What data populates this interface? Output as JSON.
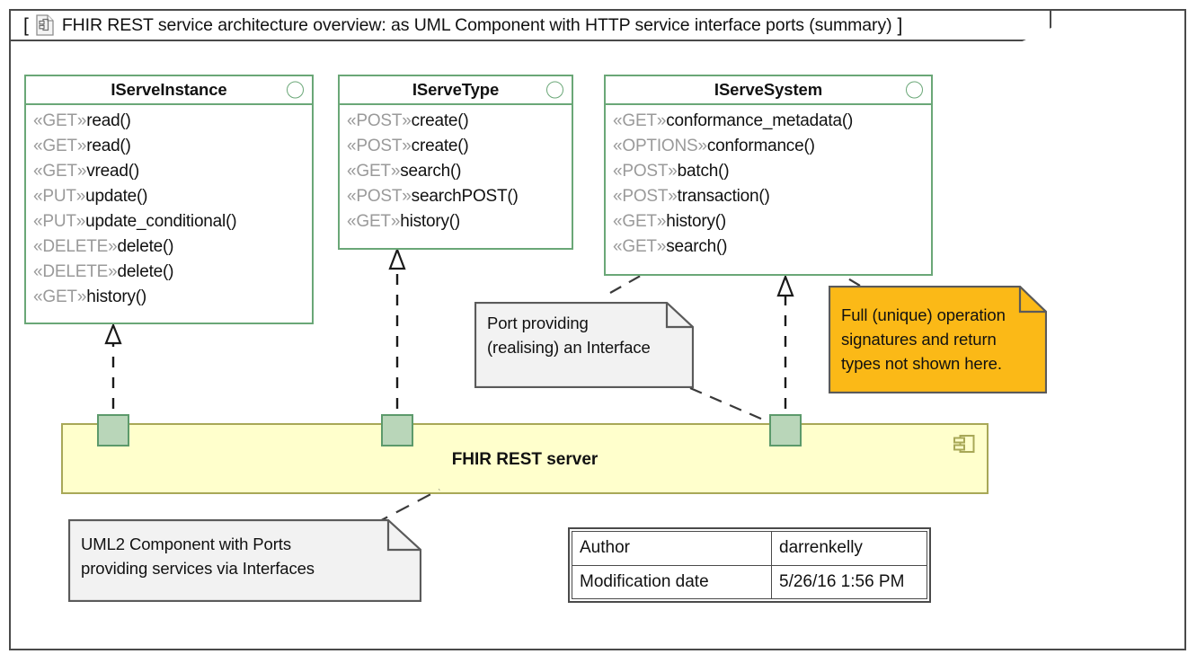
{
  "diagram": {
    "title": "FHIR REST service architecture overview: as UML Component with HTTP service interface ports (summary)",
    "bracket_open": "[",
    "bracket_close": "]",
    "title_icon": "uml-diagram-document-icon",
    "colors": {
      "frame_border": "#4a4a4a",
      "interface_border": "#6aa777",
      "component_fill": "#ffffcc",
      "component_border": "#a8a857",
      "port_fill": "#b9d6b9",
      "port_border": "#5c9a6b",
      "note_fill": "#f2f2f2",
      "note_border": "#5a5a5a",
      "note_highlight_fill": "#fbb917",
      "stereotype_text": "#9a9a9a"
    }
  },
  "interfaces": [
    {
      "name": "IServeInstance",
      "icon": "provided-interface-circle-icon",
      "operations": [
        {
          "stereotype": "«GET»",
          "signature": "read()"
        },
        {
          "stereotype": "«GET»",
          "signature": "read()"
        },
        {
          "stereotype": "«GET»",
          "signature": "vread()"
        },
        {
          "stereotype": "«PUT»",
          "signature": "update()"
        },
        {
          "stereotype": "«PUT»",
          "signature": "update_conditional()"
        },
        {
          "stereotype": "«DELETE»",
          "signature": "delete()"
        },
        {
          "stereotype": "«DELETE»",
          "signature": "delete()"
        },
        {
          "stereotype": "«GET»",
          "signature": "history()"
        }
      ]
    },
    {
      "name": "IServeType",
      "icon": "provided-interface-circle-icon",
      "operations": [
        {
          "stereotype": "«POST»",
          "signature": "create()"
        },
        {
          "stereotype": "«POST»",
          "signature": "create()"
        },
        {
          "stereotype": "«GET»",
          "signature": "search()"
        },
        {
          "stereotype": "«POST»",
          "signature": "searchPOST()"
        },
        {
          "stereotype": "«GET»",
          "signature": "history()"
        }
      ]
    },
    {
      "name": "IServeSystem",
      "icon": "provided-interface-circle-icon",
      "operations": [
        {
          "stereotype": "«GET»",
          "signature": "conformance_metadata()"
        },
        {
          "stereotype": "«OPTIONS»",
          "signature": "conformance()"
        },
        {
          "stereotype": "«POST»",
          "signature": "batch()"
        },
        {
          "stereotype": "«POST»",
          "signature": "transaction()"
        },
        {
          "stereotype": "«GET»",
          "signature": "history()"
        },
        {
          "stereotype": "«GET»",
          "signature": "search()"
        }
      ]
    }
  ],
  "component": {
    "name": "FHIR REST server",
    "icon": "uml-component-icon",
    "ports": [
      {
        "name": "port-iserveinstance"
      },
      {
        "name": "port-iservetype"
      },
      {
        "name": "port-iservesystem"
      }
    ]
  },
  "notes": [
    {
      "id": "note-port-interface",
      "text": "Port providing\n(realising) an Interface"
    },
    {
      "id": "note-operation-signatures",
      "text": "Full (unique) operation\nsignatures and return\ntypes not shown here."
    },
    {
      "id": "note-component-ports",
      "text": "UML2 Component with Ports\nproviding services via Interfaces"
    }
  ],
  "meta": {
    "rows": [
      {
        "key": "Author",
        "value": "darrenkelly"
      },
      {
        "key": "Modification date",
        "value": "5/26/16 1:56 PM"
      }
    ]
  }
}
